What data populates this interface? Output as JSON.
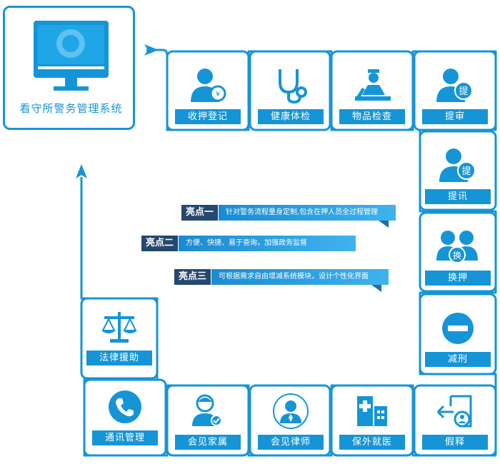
{
  "system": {
    "title": "看守所警务管理系统"
  },
  "modules": [
    {
      "id": "shouya",
      "label": "收押登记",
      "icon": "officer-badge-icon"
    },
    {
      "id": "jiankang",
      "label": "健康体检",
      "icon": "stethoscope-icon"
    },
    {
      "id": "wupin",
      "label": "物品检查",
      "icon": "guard-desk-icon"
    },
    {
      "id": "tishen",
      "label": "提审",
      "icon": "person-ti-icon"
    },
    {
      "id": "tixun",
      "label": "提讯",
      "icon": "person-ti-icon"
    },
    {
      "id": "huanya",
      "label": "换押",
      "icon": "people-swap-icon"
    },
    {
      "id": "jianxing",
      "label": "减刑",
      "icon": "minus-circle-icon"
    },
    {
      "id": "jiashi",
      "label": "假释",
      "icon": "exit-door-icon"
    },
    {
      "id": "baowai",
      "label": "保外就医",
      "icon": "hospital-icon"
    },
    {
      "id": "lvshi",
      "label": "会见律师",
      "icon": "lawyer-icon"
    },
    {
      "id": "jiashu",
      "label": "会见家属",
      "icon": "family-person-icon"
    },
    {
      "id": "tongxun",
      "label": "通讯管理",
      "icon": "phone-icon"
    },
    {
      "id": "falv",
      "label": "法律援助",
      "icon": "scales-icon"
    }
  ],
  "highlights": [
    {
      "tag": "亮点一",
      "text": "针对警务流程量身定制,包含在押人员全过程管理"
    },
    {
      "tag": "亮点二",
      "text": "方便、快捷、易于查询，加强政务监督"
    },
    {
      "tag": "亮点三",
      "text": "可根据需求自由增减系统模块，设计个性化界面"
    }
  ],
  "colors": {
    "primary": "#1595d6",
    "dark": "#24486e",
    "light": "#3fb3ee"
  }
}
